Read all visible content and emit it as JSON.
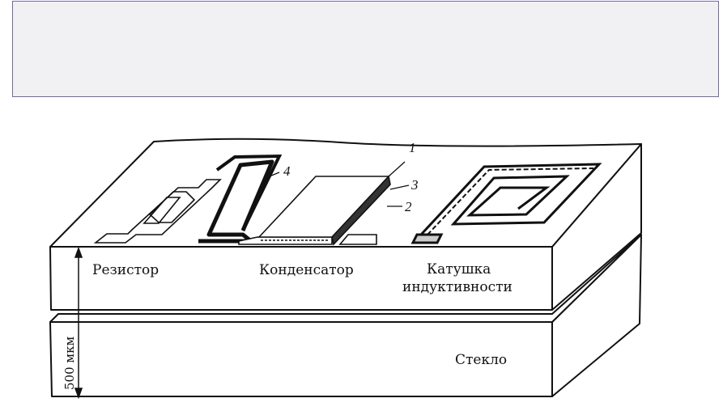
{
  "header_box": {
    "text": ""
  },
  "diagram": {
    "labels": {
      "resistor": "Резистор",
      "capacitor": "Конденсатор",
      "inductor_line1": "Катушка",
      "inductor_line2": "индуктивности",
      "glass": "Стекло",
      "thickness": "500 мкм"
    },
    "callouts": [
      "1",
      "2",
      "3",
      "4"
    ],
    "colors": {
      "ink": "#111111",
      "box_bg": "#f1f1f3",
      "box_border": "#6f6ca0"
    }
  }
}
